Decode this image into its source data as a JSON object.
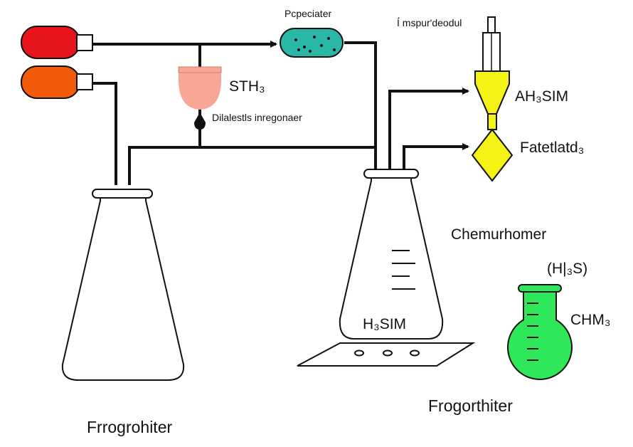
{
  "diagram": {
    "labels": {
      "precipitator": "Pcpeciater",
      "top_right": "Í́ mspur'deodul",
      "stih": "STH₃",
      "dialysis": "Dilalestls inregonaer",
      "ahsim": "AH₃SIM",
      "fatetatd": "Fatetlatd₃",
      "chemurhomer": "Chemurhomer",
      "hs_formula": "(H|₃S)",
      "chm": "CHM₃",
      "hsim": "H₃SIM",
      "frogorthiter": "Frogorthiter",
      "frrogrohiter": "Frrogrohiter"
    },
    "colors": {
      "red_bulb": "#e8141c",
      "orange_bulb": "#f25a0c",
      "teal_capsule": "#2bb7a5",
      "pink_cup": "#f7a793",
      "yellow_funnel": "#f5f215",
      "green_flask": "#2ee85a",
      "line": "#111111"
    }
  }
}
